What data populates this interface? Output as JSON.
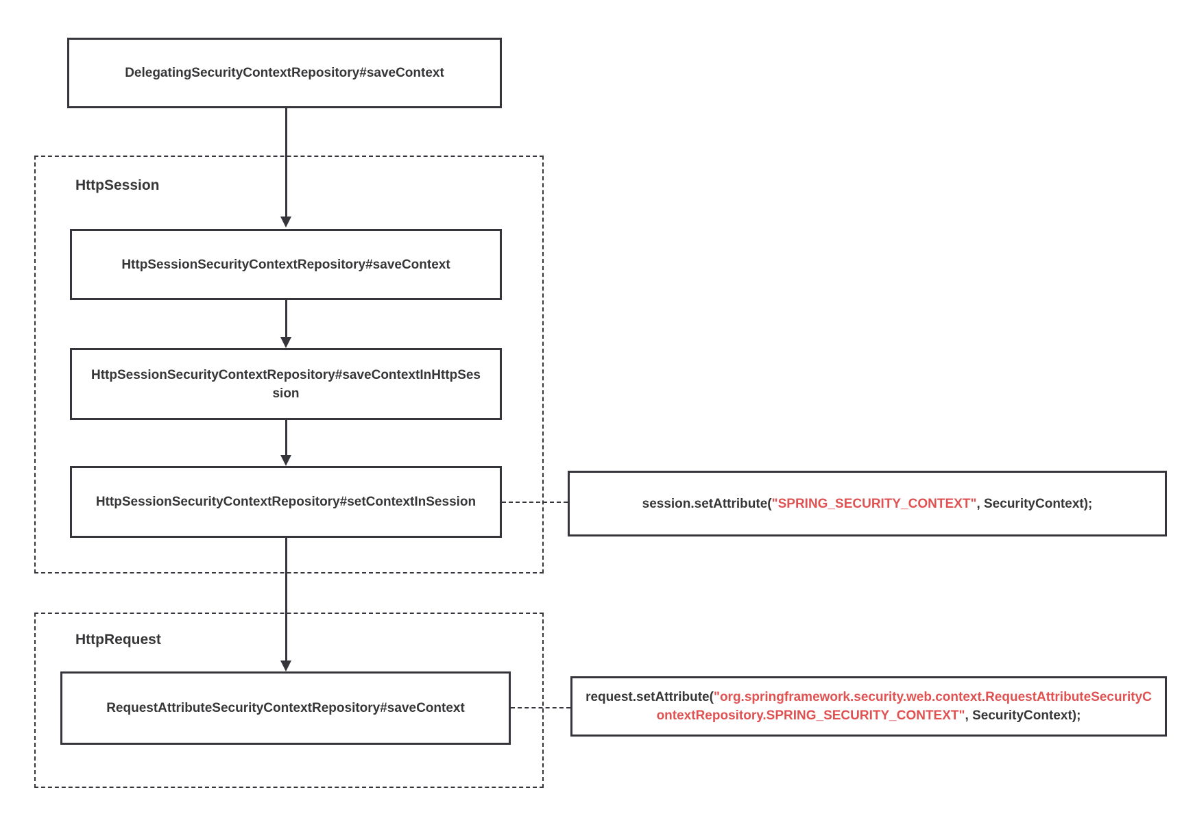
{
  "diagram": {
    "type": "flowchart",
    "colors": {
      "line": "#34363b",
      "text": "#363638",
      "highlight": "#e05252",
      "background": "#ffffff"
    },
    "groups": [
      {
        "id": "http-session",
        "label": "HttpSession"
      },
      {
        "id": "http-request",
        "label": "HttpRequest"
      }
    ],
    "nodes": {
      "delegating_save_context": {
        "label": "DelegatingSecurityContextRepository#saveContext"
      },
      "http_session_save_context": {
        "label": "HttpSessionSecurityContextRepository#saveContext"
      },
      "http_session_save_context_in_http_session": {
        "label": "HttpSessionSecurityContextRepository#saveContextInHttpSession"
      },
      "http_session_set_context_in_session": {
        "label": "HttpSessionSecurityContextRepository#setContextInSession"
      },
      "request_attribute_save_context": {
        "label": "RequestAttributeSecurityContextRepository#saveContext"
      },
      "session_set_attribute_code": {
        "prefix": "session.setAttribute(",
        "highlight": "\"SPRING_SECURITY_CONTEXT\"",
        "suffix": ", SecurityContext);"
      },
      "request_set_attribute_code": {
        "prefix": "request.setAttribute(",
        "highlight": "\"org.springframework.security.web.context.RequestAttributeSecurityContextRepository.SPRING_SECURITY_CONTEXT\"",
        "suffix": ", SecurityContext);"
      }
    }
  }
}
